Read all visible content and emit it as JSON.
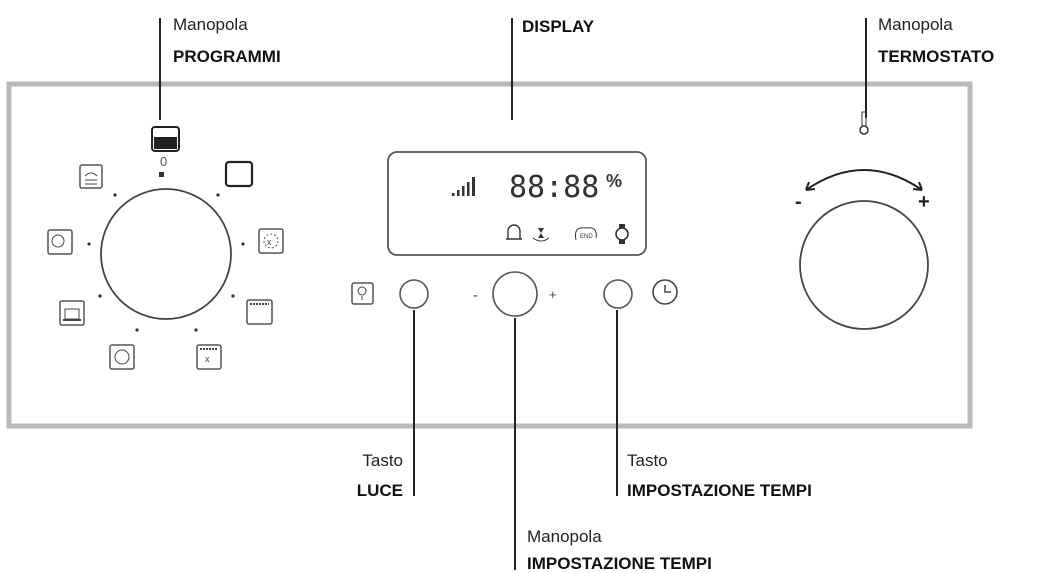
{
  "labels": {
    "programmi": {
      "line1": "Manopola",
      "line2": "PROGRAMMI"
    },
    "display": {
      "line1": "DISPLAY"
    },
    "termostato": {
      "line1": "Manopola",
      "line2": "TERMOSTATO"
    },
    "luce": {
      "line1": "Tasto",
      "line2": "LUCE"
    },
    "tasto_tempi": {
      "line1": "Tasto",
      "line2": "IMPOSTAZIONE TEMPI"
    },
    "manopola_tempi": {
      "line1": "Manopola",
      "line2": "IMPOSTAZIONE TEMPI"
    }
  },
  "programmi_knob": {
    "zero_label": "0",
    "icons": [
      "oven-off-icon",
      "light-icon",
      "fan-ring-icon",
      "top-grill-icon",
      "grill-fan-icon",
      "pizza-icon",
      "bottom-heat-icon",
      "defrost-icon",
      "conventional-icon"
    ]
  },
  "display": {
    "time": "88:88",
    "percent": "%",
    "icons": [
      "signal-bars-icon",
      "bell-icon",
      "duration-icon",
      "end-icon",
      "clock-icon"
    ],
    "end_text": "END"
  },
  "controls": {
    "minus": "-",
    "plus": "+"
  },
  "termostato_knob": {
    "minus": "-",
    "plus": "+",
    "icon": "thermometer-icon"
  },
  "colors": {
    "panel_border": "#b9b9b9",
    "line": "#222222"
  }
}
